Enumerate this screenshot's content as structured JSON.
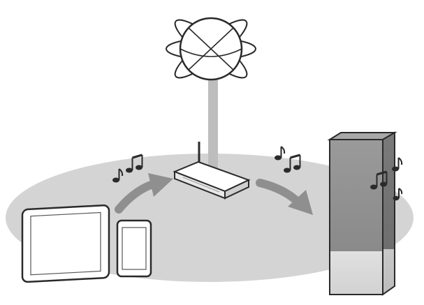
{
  "diagram": {
    "type": "illustration",
    "description_free": true,
    "nodes": [
      {
        "id": "internet",
        "icon": "globe-icon"
      },
      {
        "id": "router",
        "icon": "wifi-router-icon"
      },
      {
        "id": "tablet",
        "icon": "tablet-icon"
      },
      {
        "id": "smartphone",
        "icon": "smartphone-icon"
      },
      {
        "id": "speaker",
        "icon": "wireless-speaker-icon"
      }
    ],
    "edges": [
      {
        "from": "internet",
        "to": "router",
        "style": "pole"
      },
      {
        "from": "tablet",
        "to": "router",
        "style": "arrow"
      },
      {
        "from": "router",
        "to": "speaker",
        "style": "arrow"
      }
    ],
    "decorations": [
      "music-note-icon"
    ],
    "colors": {
      "network_area": "#d4d4d4",
      "arrow": "#8f8f8f",
      "outline": "#2a2a2a",
      "speaker_dark": "#8a8a8a",
      "speaker_light": "#dcdcdc"
    }
  }
}
